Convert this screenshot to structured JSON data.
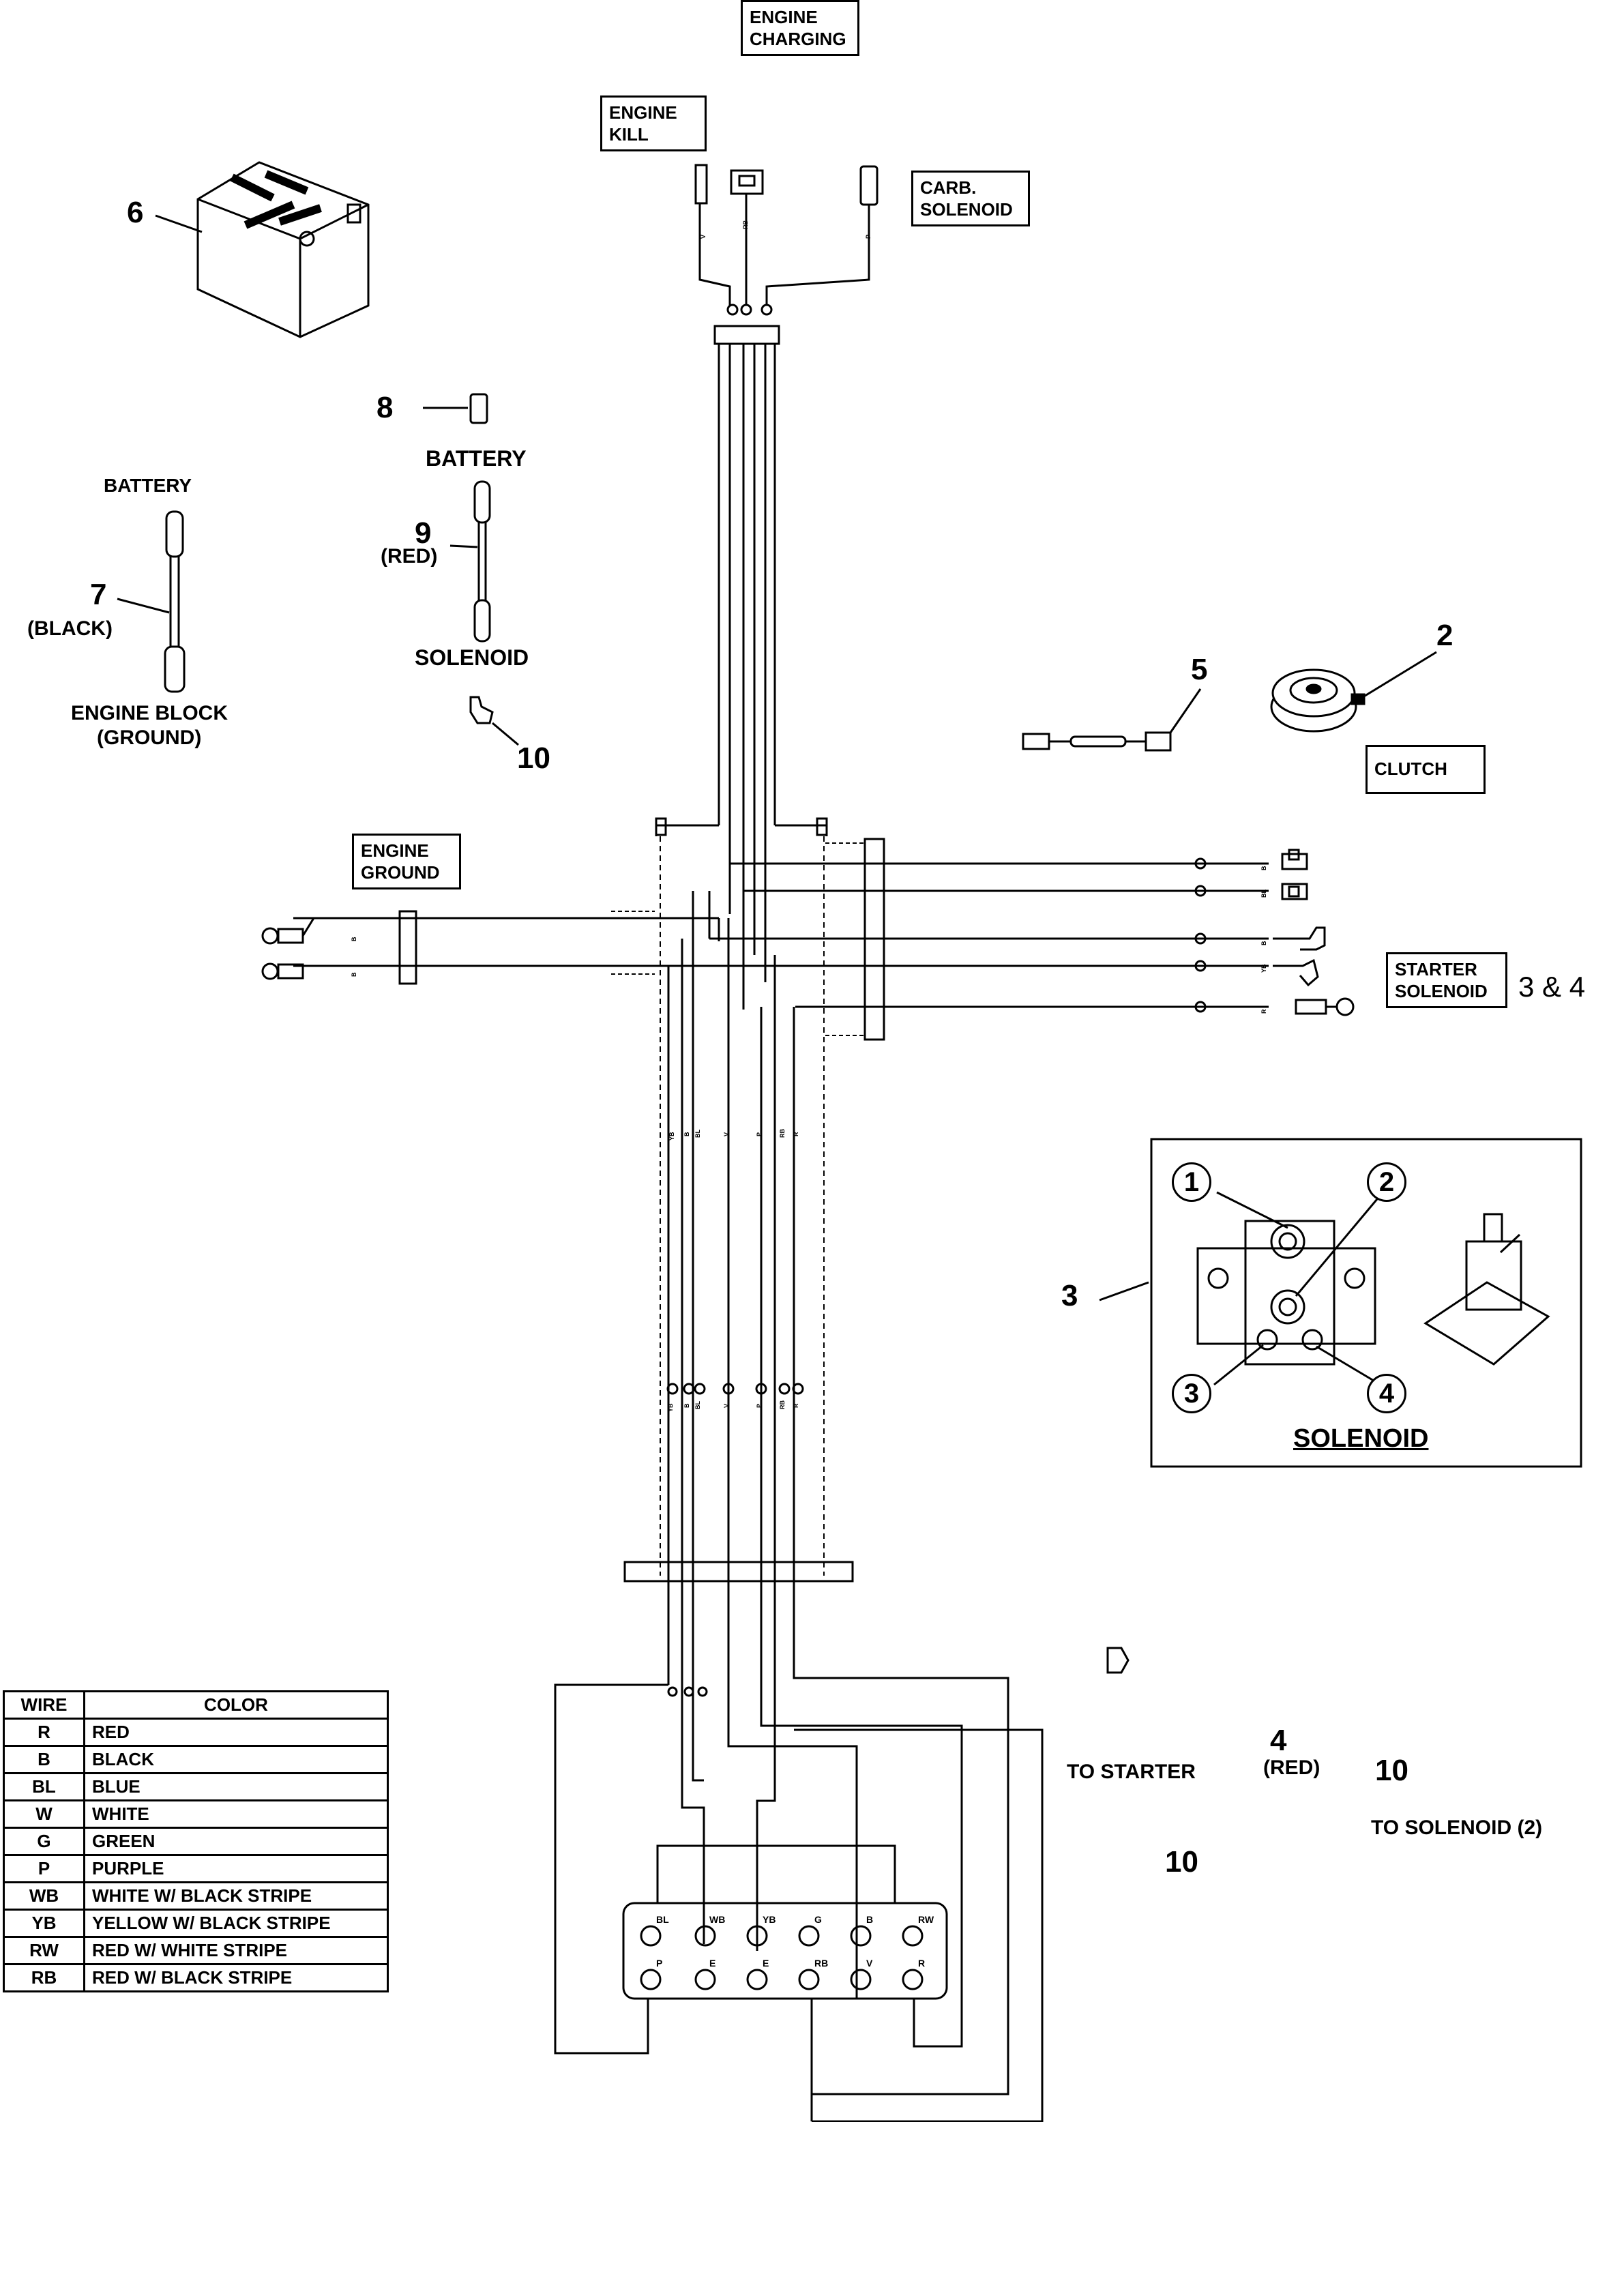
{
  "boxes": {
    "engine_charging": "ENGINE\nCHARGING",
    "engine_kill": "ENGINE\nKILL",
    "carb_solenoid": "CARB.\nSOLENOID",
    "engine_ground": "ENGINE\nGROUND",
    "starter_solenoid": "STARTER\nSOLENOID",
    "clutch": "CLUTCH"
  },
  "labels": {
    "battery_top": "BATTERY",
    "battery_left": "BATTERY",
    "red_9": "(RED)",
    "black_7": "(BLACK)",
    "solenoid": "SOLENOID",
    "engine_block": "ENGINE BLOCK",
    "ground": "(GROUND)",
    "starter_ref": "3 & 4",
    "solenoid_title": "SOLENOID",
    "to_starter": "TO STARTER",
    "red_4": "(RED)",
    "to_solenoid": "TO SOLENOID (2)"
  },
  "callouts": {
    "n6": "6",
    "n8": "8",
    "n9": "9",
    "n7": "7",
    "n10a": "10",
    "n5": "5",
    "n2": "2",
    "n3": "3",
    "n4": "4",
    "n10b": "10",
    "n10c": "10"
  },
  "solenoid_terminals": [
    "1",
    "2",
    "3",
    "4"
  ],
  "wire_tags": {
    "top": [
      "V",
      "RB",
      "P"
    ],
    "left": [
      "B",
      "B"
    ],
    "right": [
      "B",
      "BL",
      "B",
      "YB",
      "R"
    ],
    "trunk": [
      "YB",
      "B",
      "BL",
      "V",
      "P",
      "RB",
      "R"
    ],
    "trunk2": [
      "YB",
      "B",
      "BL",
      "V",
      "P",
      "RB",
      "R"
    ]
  },
  "connector": {
    "top_row": [
      "BL",
      "WB",
      "YB",
      "G",
      "B",
      "RW"
    ],
    "bottom_row": [
      "P",
      "E",
      "E",
      "RB",
      "V",
      "R"
    ]
  },
  "legend": {
    "headers": [
      "WIRE",
      "COLOR"
    ],
    "rows": [
      [
        "R",
        "RED"
      ],
      [
        "B",
        "BLACK"
      ],
      [
        "BL",
        "BLUE"
      ],
      [
        "W",
        "WHITE"
      ],
      [
        "G",
        "GREEN"
      ],
      [
        "P",
        "PURPLE"
      ],
      [
        "WB",
        "WHITE W/ BLACK STRIPE"
      ],
      [
        "YB",
        "YELLOW W/ BLACK STRIPE"
      ],
      [
        "RW",
        "RED W/ WHITE STRIPE"
      ],
      [
        "RB",
        "RED W/ BLACK STRIPE"
      ]
    ]
  }
}
